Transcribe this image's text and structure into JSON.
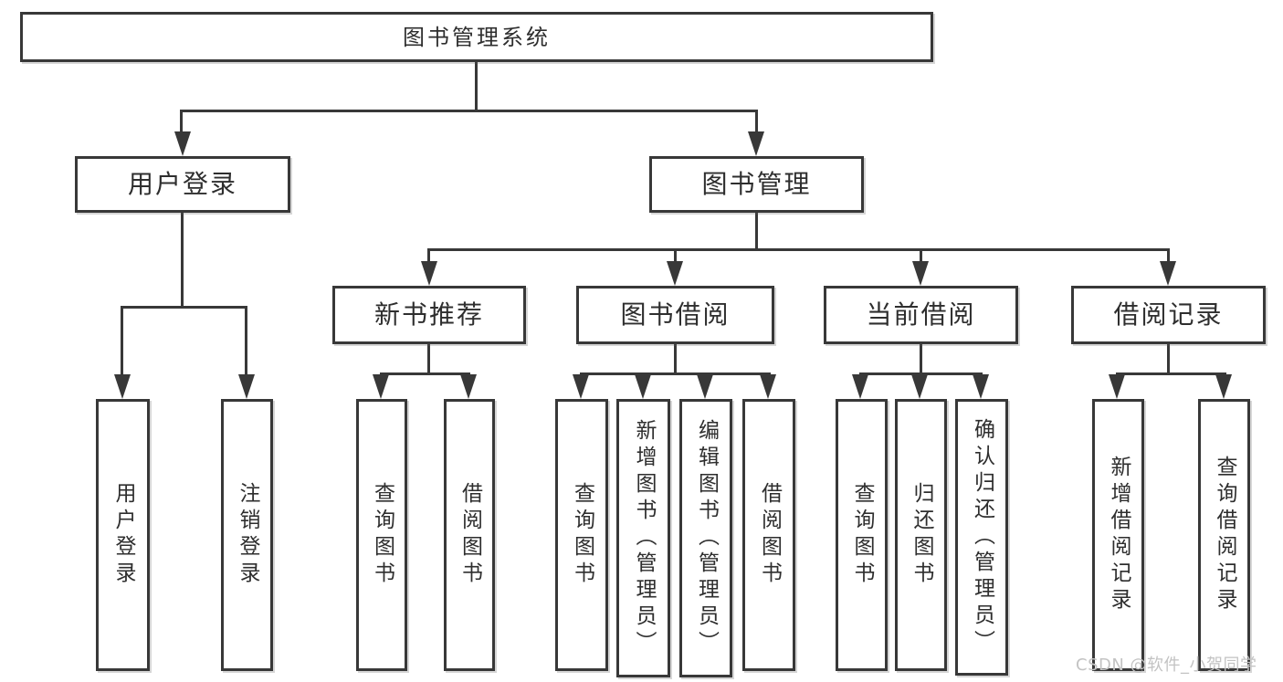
{
  "diagram_type": "hierarchy-tree",
  "tree": {
    "label": "图书管理系统",
    "children": [
      {
        "label": "用户登录",
        "children": [
          {
            "label": "用户登录"
          },
          {
            "label": "注销登录"
          }
        ]
      },
      {
        "label": "图书管理",
        "children": [
          {
            "label": "新书推荐",
            "children": [
              {
                "label": "查询图书"
              },
              {
                "label": "借阅图书"
              }
            ]
          },
          {
            "label": "图书借阅",
            "children": [
              {
                "label": "查询图书"
              },
              {
                "label": "新增图书（管理员）"
              },
              {
                "label": "编辑图书（管理员）"
              },
              {
                "label": "借阅图书"
              }
            ]
          },
          {
            "label": "当前借阅",
            "children": [
              {
                "label": "查询图书"
              },
              {
                "label": "归还图书"
              },
              {
                "label": "确认归还（管理员）"
              }
            ]
          },
          {
            "label": "借阅记录",
            "children": [
              {
                "label": "新增借阅记录"
              },
              {
                "label": "查询借阅记录"
              }
            ]
          }
        ]
      }
    ]
  },
  "watermark": {
    "text": "CSDN @软件_小贺同学"
  },
  "colors": {
    "line": "#383838",
    "box_border": "#383838",
    "box_fill": "#ffffff",
    "text": "#2e2e2e",
    "watermark": "#c3c3c3",
    "background": "#ffffff"
  }
}
